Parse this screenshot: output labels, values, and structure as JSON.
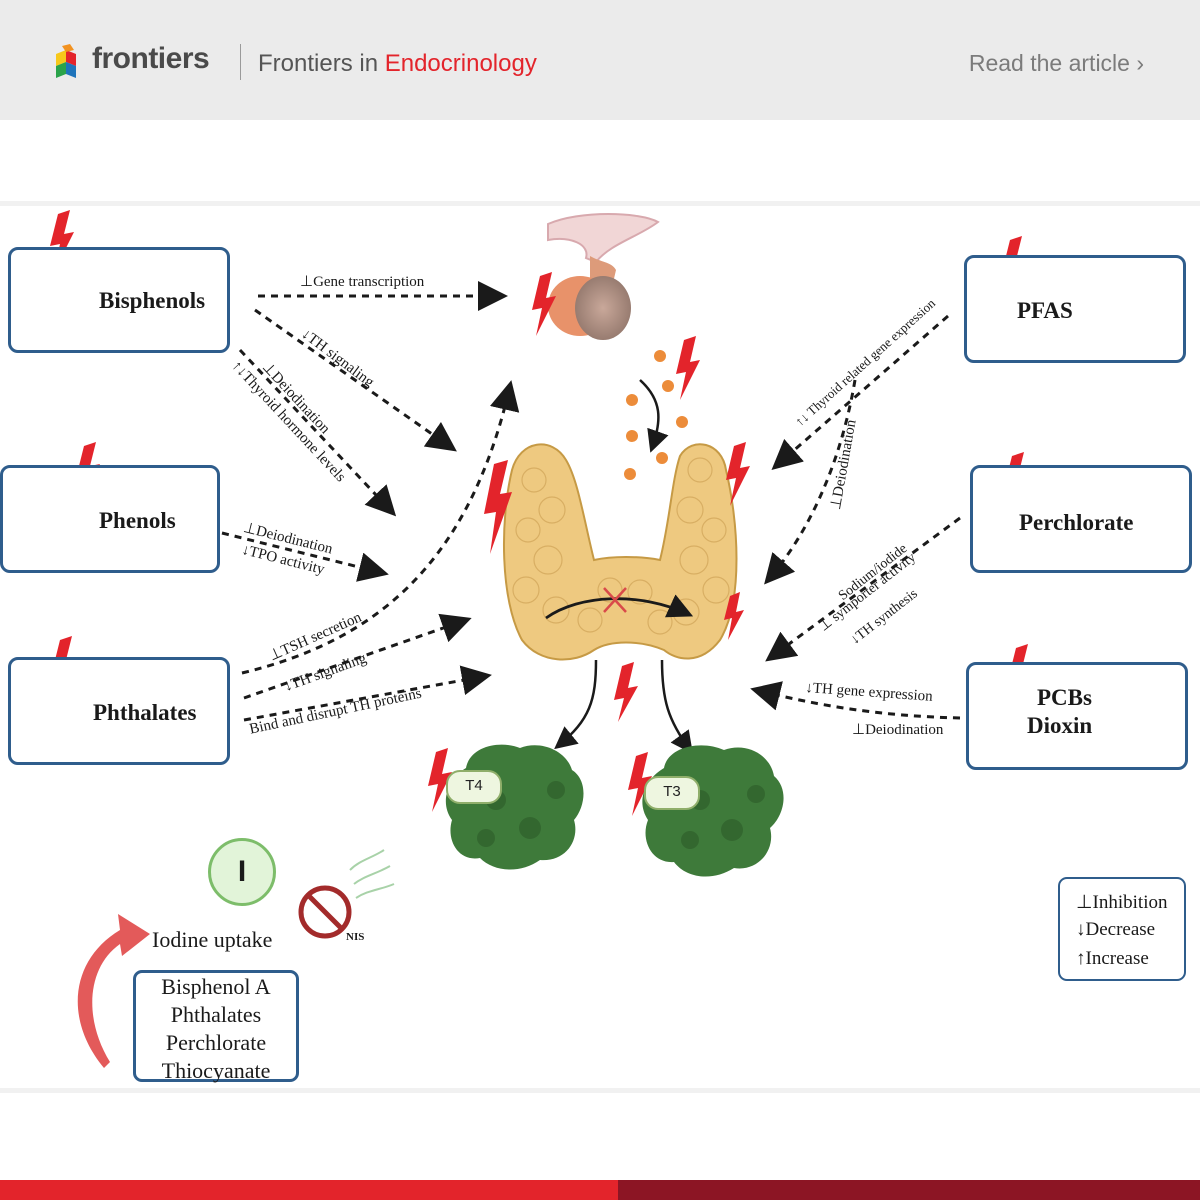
{
  "header": {
    "brand": "frontiers",
    "journal_prefix": "Frontiers in",
    "journal_highlight": "Endocrinology",
    "read_link": "Read the article ›"
  },
  "colors": {
    "accent_red": "#e3242b",
    "dark_red": "#8c1524",
    "box_border": "#2f5d8c",
    "thyroid": "#eec980",
    "hormone_green": "#3e7a3a",
    "lightning": "#e3242b"
  },
  "sources": {
    "bisphenols": "Bisphenols",
    "phenols": "Phenols",
    "phthalates": "Phthalates",
    "pfas": "PFAS",
    "perchlorate": "Perchlorate",
    "pcbs": "PCBs",
    "dioxin": "Dioxin"
  },
  "annotations": {
    "gene_transcription": "⊥Gene transcription",
    "th_signaling_1": "↓TH signaling",
    "deiodination_1": "⊥Deiodination",
    "thyroid_hormone_levels": "↑↓Thyroid hormone levels",
    "deiodination_2": "⊥Deiodination",
    "tpo_activity": "↓TPO activity",
    "tsh_secretion": "⊥TSH secretion",
    "th_signaling_2": "↓TH signaling",
    "bind_disrupt": "Bind and disrupt TH proteins",
    "thyroid_gene_expression": "↑↓ Thyroid related gene expression",
    "deiodination_3": "⊥Deiodination",
    "sodium_iodide": "Sodium/iodide",
    "symporter_activity": "⊥ symporter activity",
    "th_synthesis": "↓TH synthesis",
    "th_gene_expression": "↓TH gene expression",
    "deiodination_4": "⊥Deiodination"
  },
  "hormones": {
    "t4": "T4",
    "t3": "T3"
  },
  "iodine": {
    "symbol": "I",
    "label": "Iodine uptake",
    "nis": "NIS",
    "compounds": [
      "Bisphenol A",
      "Phthalates",
      "Perchlorate",
      "Thiocyanate"
    ]
  },
  "legend": {
    "inhibition": "⊥Inhibition",
    "decrease": "↓Decrease",
    "increase": "↑Increase"
  },
  "icons": [
    "frontiers-logo-icon",
    "lightning-icon",
    "pituitary-icon",
    "thyroid-icon",
    "hormone-icon",
    "iodine-icon",
    "no-sign-icon",
    "curved-arrow-icon"
  ]
}
